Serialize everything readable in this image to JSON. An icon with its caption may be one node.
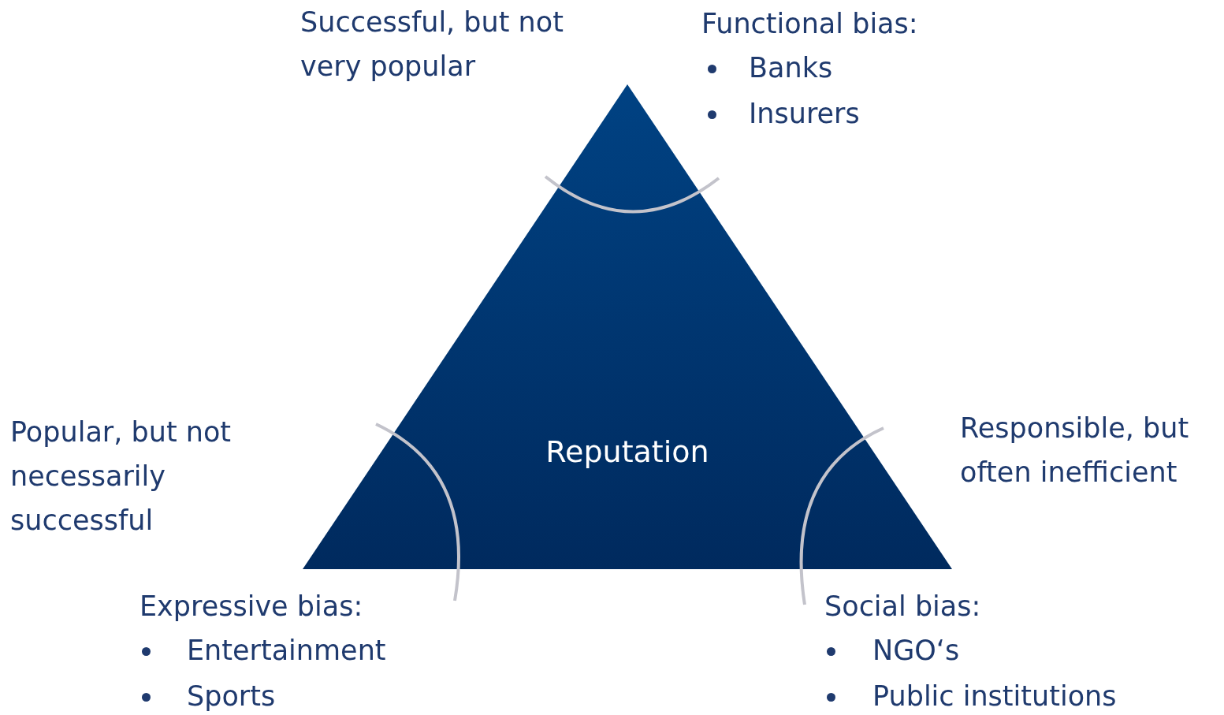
{
  "diagram": {
    "nodes": [
      {
        "text": [
          "Reputation"
        ]
      }
    ],
    "labels": [
      "Successful, but not very popular",
      "Functional bias:",
      "Banks",
      "Insurers",
      "Popular, but not necessarily successful",
      "Responsible, but often inefficient",
      "Expressive bias:",
      "Entertainment",
      "Sports",
      "Social bias:",
      "NGO‘s",
      "Public institutions"
    ]
  }
}
